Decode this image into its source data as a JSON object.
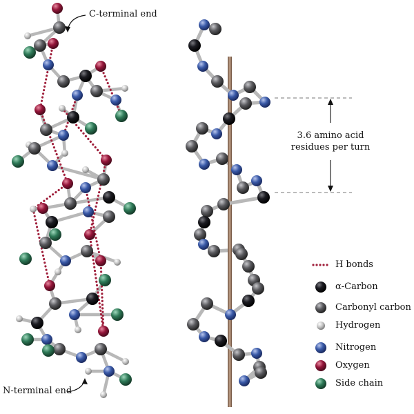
{
  "labels": {
    "c_terminal": "C-terminal end",
    "n_terminal": "N-terminal end",
    "pitch_line1": "3.6 amino acid",
    "pitch_line2": "residues per turn"
  },
  "legend": [
    {
      "label": "H bonds",
      "kind": "hbond",
      "icon": "dotted-bond-icon",
      "color": "#a0203c"
    },
    {
      "label": "α-Carbon",
      "kind": "atom",
      "icon": "alpha-carbon-icon",
      "color": "#1c1c22"
    },
    {
      "label": "Carbonyl carbon",
      "kind": "atom",
      "icon": "carbonyl-carbon-icon",
      "color": "#5a5a5e"
    },
    {
      "label": "Hydrogen",
      "kind": "atom",
      "icon": "hydrogen-icon",
      "color": "#c4c4c4"
    },
    {
      "label": "Nitrogen",
      "kind": "atom",
      "icon": "nitrogen-icon",
      "color": "#3a5aa8"
    },
    {
      "label": "Oxygen",
      "kind": "atom",
      "icon": "oxygen-icon",
      "color": "#94163a"
    },
    {
      "label": "Side chain",
      "kind": "atom",
      "icon": "side-chain-icon",
      "color": "#2f7a58"
    }
  ],
  "colors": {
    "axis_rod": "#9a7a62",
    "bond": "#b8b8b8",
    "hbond": "#a0203c",
    "guide_line": "#777777"
  }
}
